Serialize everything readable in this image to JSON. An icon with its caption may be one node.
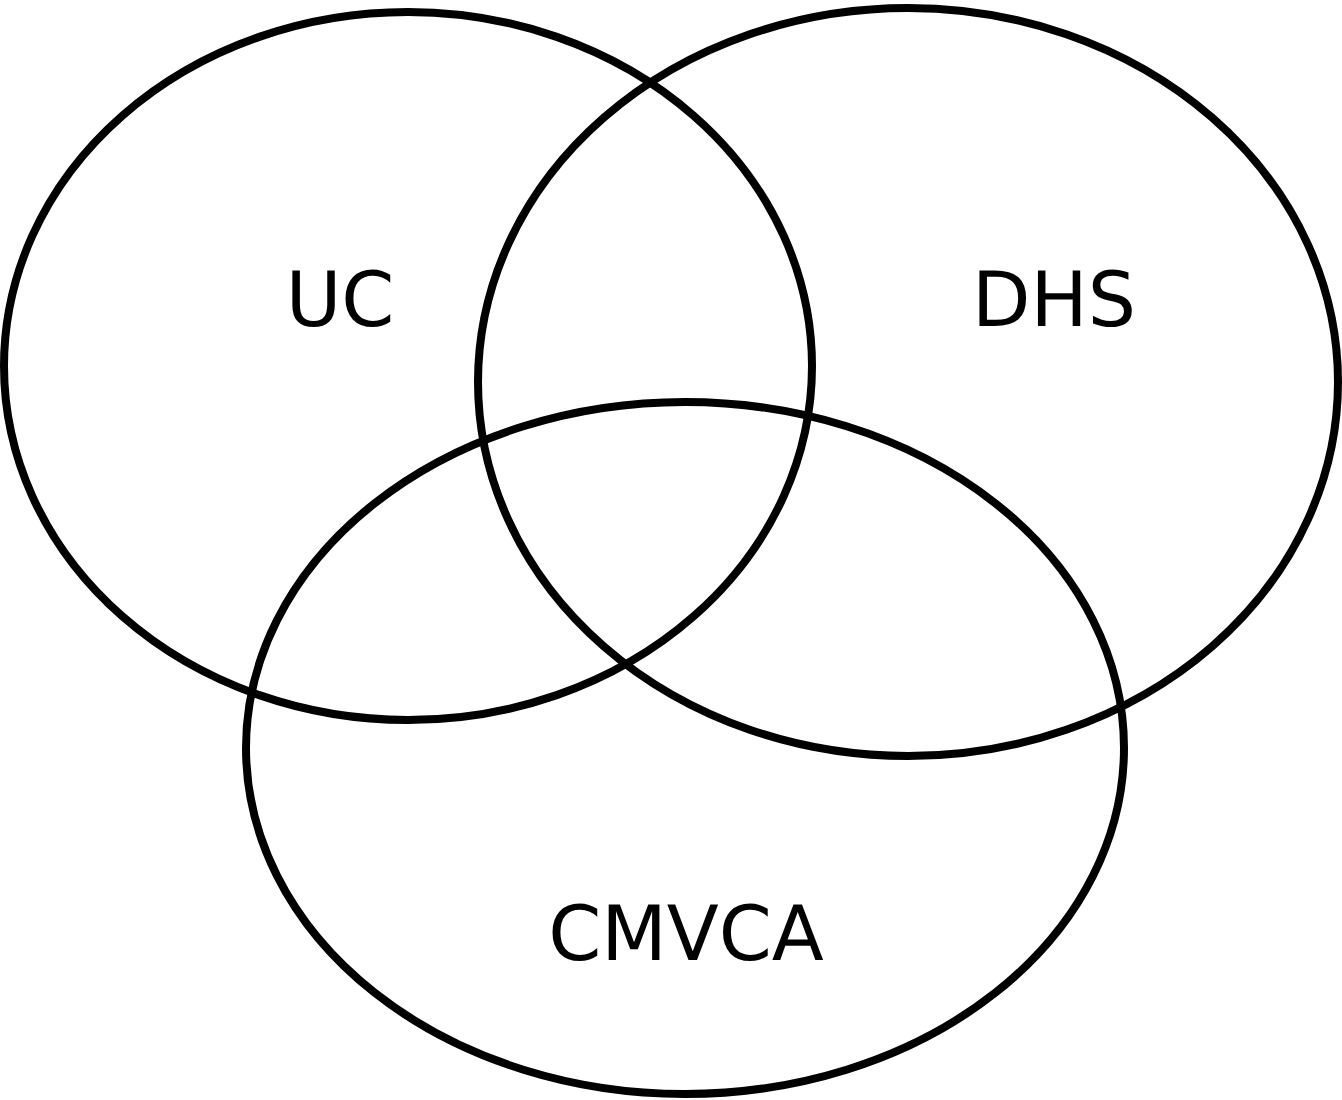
{
  "diagram": {
    "nodes": [
      {
        "text": [
          "UC"
        ]
      },
      {
        "text": [
          "DHS"
        ]
      },
      {
        "text": [
          "CMVCA"
        ]
      }
    ]
  }
}
